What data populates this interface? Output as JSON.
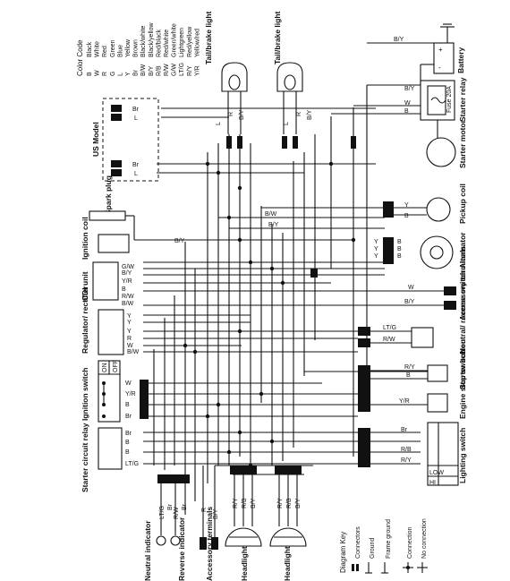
{
  "color_code": {
    "title": "Color Code",
    "entries": [
      {
        "code": "B",
        "name": "Black"
      },
      {
        "code": "W",
        "name": "White"
      },
      {
        "code": "R",
        "name": "Red"
      },
      {
        "code": "G",
        "name": "Green"
      },
      {
        "code": "L",
        "name": "Blue"
      },
      {
        "code": "Y",
        "name": "Yellow"
      },
      {
        "code": "Br",
        "name": "Brown"
      },
      {
        "code": "B/W",
        "name": "Black/white"
      },
      {
        "code": "B/Y",
        "name": "Black/yellow"
      },
      {
        "code": "R/B",
        "name": "Red/black"
      },
      {
        "code": "R/W",
        "name": "Red/white"
      },
      {
        "code": "G/W",
        "name": "Green/white"
      },
      {
        "code": "LT/G",
        "name": "Lightgreen"
      },
      {
        "code": "R/Y",
        "name": "Red/yellow"
      },
      {
        "code": "Y/R",
        "name": "Yellow/red"
      }
    ]
  },
  "components": {
    "tail_brake_1": "Tail/brake light",
    "tail_brake_2": "Tail/brake light",
    "us_model": "US Model",
    "spark_plug": "Spark plug",
    "ignition_coil": "Ignition coil",
    "cdi_unit": "CDI unit",
    "regulator": "Regulator/ rectifier",
    "ignition_switch": "Ignition switch",
    "starter_circuit_relay": "Starter circuit relay",
    "neutral_indicator": "Neutral indicator",
    "reverse_indicator": "Reverse indicator",
    "accessory_terminals_left": "Accessory terminals",
    "headlight_1": "Headlight",
    "headlight_2": "Headlight",
    "battery": "Battery",
    "starter_relay": "Starter relay",
    "fuse": "Fuse 20A",
    "starter_motor": "Starter motor",
    "pickup_coil": "Pickup coil",
    "alternator": "Alternator",
    "accessory_terminals_right": "Accessory terminals",
    "neutral_reverse_switch": "Neutral/ reverse switch",
    "starter_button": "Starter button",
    "engine_stop_switch": "Engine stop switch",
    "lighting_switch": "Lighting switch"
  },
  "switch_positions": {
    "on": "ON",
    "off": "OFF",
    "low": "LOW",
    "hi": "HI"
  },
  "battery_signs": {
    "plus": "+",
    "minus": "-"
  },
  "diagram_key": {
    "title": "Diagram Key",
    "items": [
      "Connectors",
      "Ground",
      "Frame ground",
      "Connection",
      "No connection"
    ]
  },
  "wire_labels": {
    "us_top": [
      "Br",
      "L"
    ],
    "us_bottom": [
      "Br",
      "L"
    ],
    "tail1": [
      "L",
      "R",
      "B/Y"
    ],
    "tail2": [
      "L",
      "R",
      "B/Y"
    ],
    "coil": "B/Y",
    "cdi": [
      "G/W",
      "B/Y",
      "Y/R",
      "B",
      "R/W",
      "B/W"
    ],
    "regulator": [
      "Y",
      "Y",
      "Y",
      "R",
      "W",
      "B/W"
    ],
    "ign_switch": [
      "W",
      "Y/R",
      "B",
      "Br"
    ],
    "relay": [
      "Br",
      "B",
      "B",
      "LT/G"
    ],
    "bottom_ind": [
      "LT/G",
      "Br",
      "R/W",
      "Br"
    ],
    "bottom_acc": [
      "R",
      "B/Y"
    ],
    "headlight1": [
      "R/Y",
      "R/B",
      "B/Y"
    ],
    "headlight2": [
      "R/Y",
      "R/B",
      "B/Y"
    ],
    "battery": "B/Y",
    "starter_relay": [
      "B/Y",
      "W",
      "B"
    ],
    "pickup": [
      "Y",
      "B"
    ],
    "alternator": [
      "B",
      "B",
      "B",
      "Y",
      "Y",
      "Y"
    ],
    "acc_right": [
      "W",
      "B/Y"
    ],
    "nr_switch": [
      "LT/G",
      "R/W"
    ],
    "starter_btn": [
      "R/Y",
      "B"
    ],
    "engine_stop": "Y/R",
    "lighting": [
      "Br",
      "R/B",
      "R/Y"
    ],
    "mid": [
      "B/W",
      "B/Y"
    ]
  }
}
